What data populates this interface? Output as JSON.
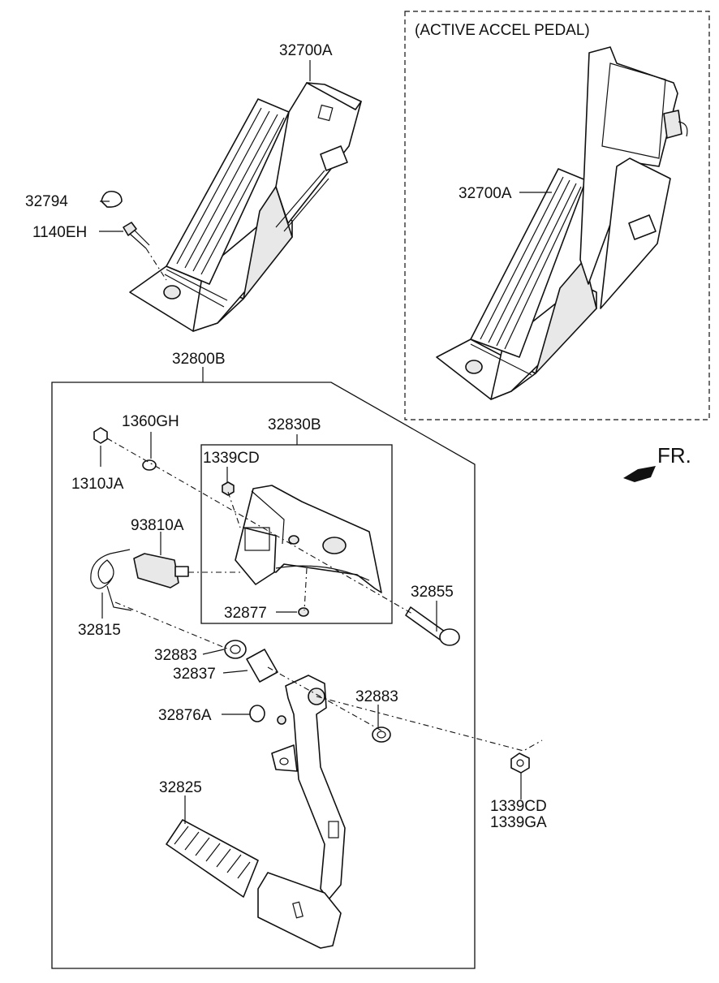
{
  "title": "(ACTIVE ACCEL PEDAL)",
  "direction": {
    "label": "FR."
  },
  "labels": {
    "p32700A_top": "32700A",
    "p32700A_right": "32700A",
    "p32794": "32794",
    "p1140EH": "1140EH",
    "p32800B": "32800B",
    "p1360GH": "1360GH",
    "p1310JA": "1310JA",
    "p32830B": "32830B",
    "p1339CD_top": "1339CD",
    "p93810A": "93810A",
    "p32815": "32815",
    "p32877": "32877",
    "p32855": "32855",
    "p32883_left": "32883",
    "p32837": "32837",
    "p32883_right": "32883",
    "p32876A": "32876A",
    "p32825": "32825",
    "p1339CD_bottom": "1339CD",
    "p1339GA": "1339GA"
  }
}
